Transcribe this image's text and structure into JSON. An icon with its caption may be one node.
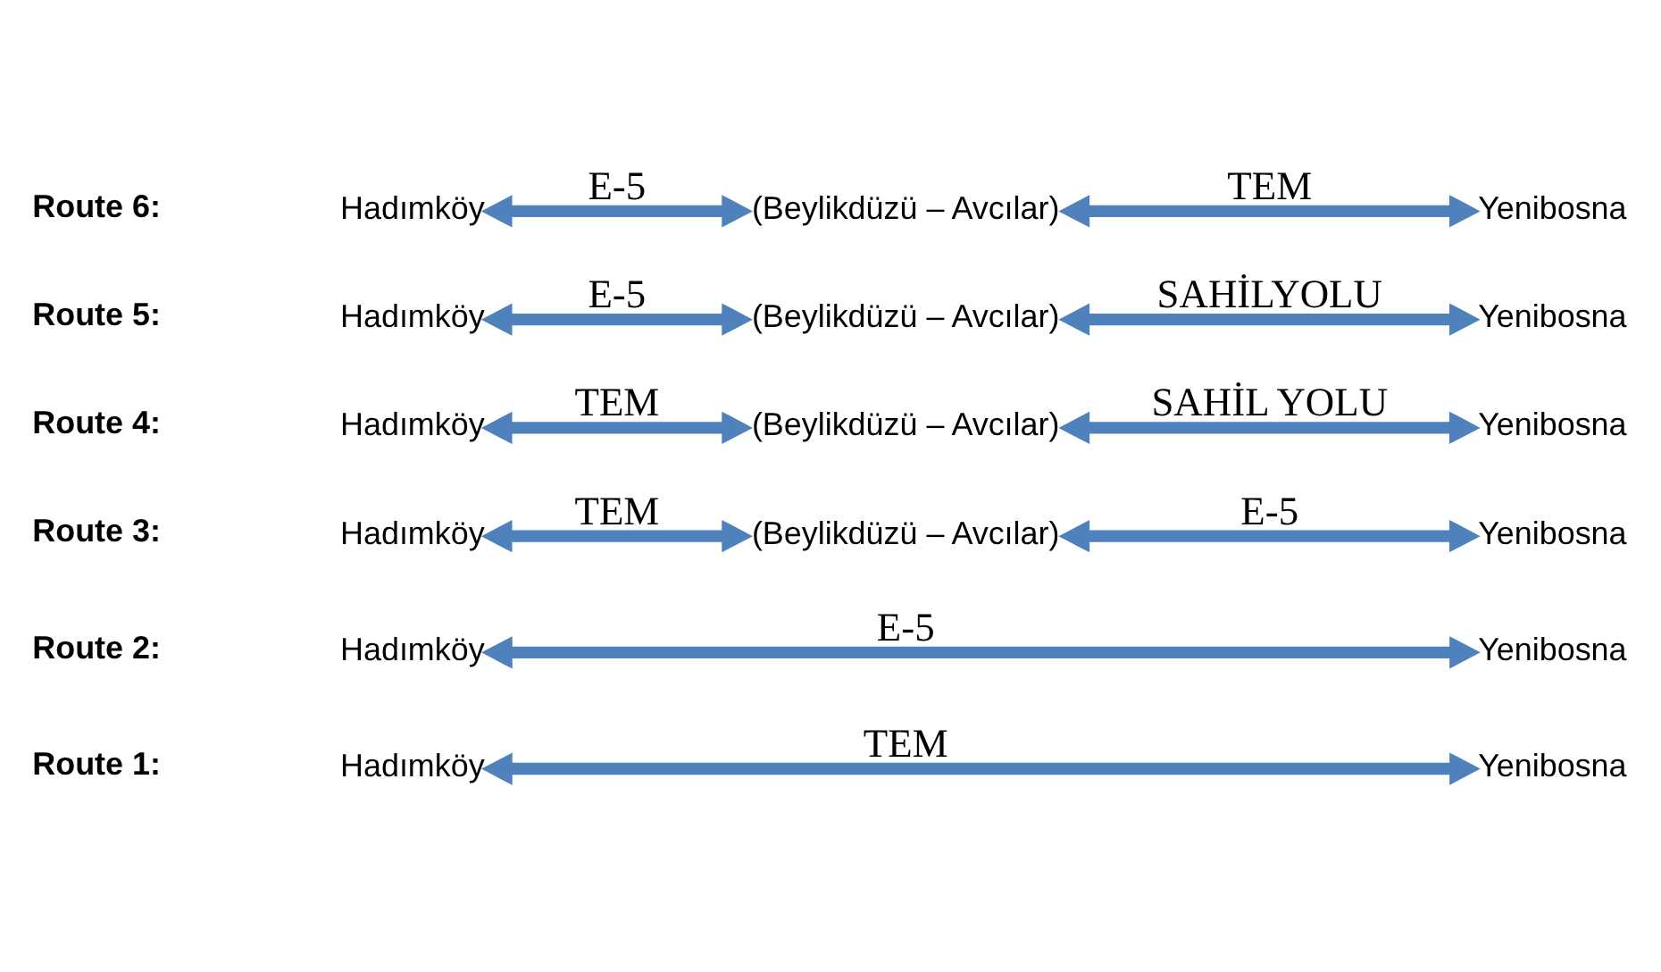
{
  "diagram": {
    "nodes": [
      {
        "text": [
          "Hadımköy"
        ]
      },
      {
        "text": [
          "Yenibosna"
        ]
      },
      {
        "text": [
          "Hadımköy"
        ]
      },
      {
        "text": [
          "Yenibosna"
        ]
      },
      {
        "text": [
          "Hadımköy"
        ]
      },
      {
        "text": [
          "(Beylikdüzü – Avcılar)"
        ]
      },
      {
        "text": [
          "Yenibosna"
        ]
      },
      {
        "text": [
          "Hadımköy"
        ]
      },
      {
        "text": [
          "(Beylikdüzü – Avcılar)"
        ]
      },
      {
        "text": [
          "Yenibosna"
        ]
      },
      {
        "text": [
          "Hadımköy"
        ]
      },
      {
        "text": [
          "(Beylikdüzü – Avcılar)"
        ]
      },
      {
        "text": [
          "Yenibosna"
        ]
      },
      {
        "text": [
          "Hadımköy"
        ]
      },
      {
        "text": [
          "(Beylikdüzü – Avcılar)"
        ]
      },
      {
        "text": [
          "Yenibosna"
        ]
      }
    ],
    "edges": [
      {
        "from": 0,
        "to": 1,
        "arrow": "both",
        "label": "TEM"
      },
      {
        "from": 2,
        "to": 3,
        "arrow": "both",
        "label": "E-5"
      },
      {
        "from": 4,
        "to": 5,
        "arrow": "both",
        "label": "TEM"
      },
      {
        "from": 5,
        "to": 6,
        "arrow": "both",
        "label": "E-5"
      },
      {
        "from": 7,
        "to": 8,
        "arrow": "both",
        "label": "TEM"
      },
      {
        "from": 8,
        "to": 9,
        "arrow": "both",
        "label": "SAHİL YOLU"
      },
      {
        "from": 10,
        "to": 11,
        "arrow": "both",
        "label": "E-5"
      },
      {
        "from": 11,
        "to": 12,
        "arrow": "both",
        "label": "SAHİLYOLU"
      },
      {
        "from": 13,
        "to": 14,
        "arrow": "both",
        "label": "E-5"
      },
      {
        "from": 14,
        "to": 15,
        "arrow": "both",
        "label": "TEM"
      }
    ],
    "labels": [
      "Route 1:",
      "Route 2:",
      "Route 3:",
      "Route 4:",
      "Route 5:",
      "Route 6:"
    ]
  }
}
